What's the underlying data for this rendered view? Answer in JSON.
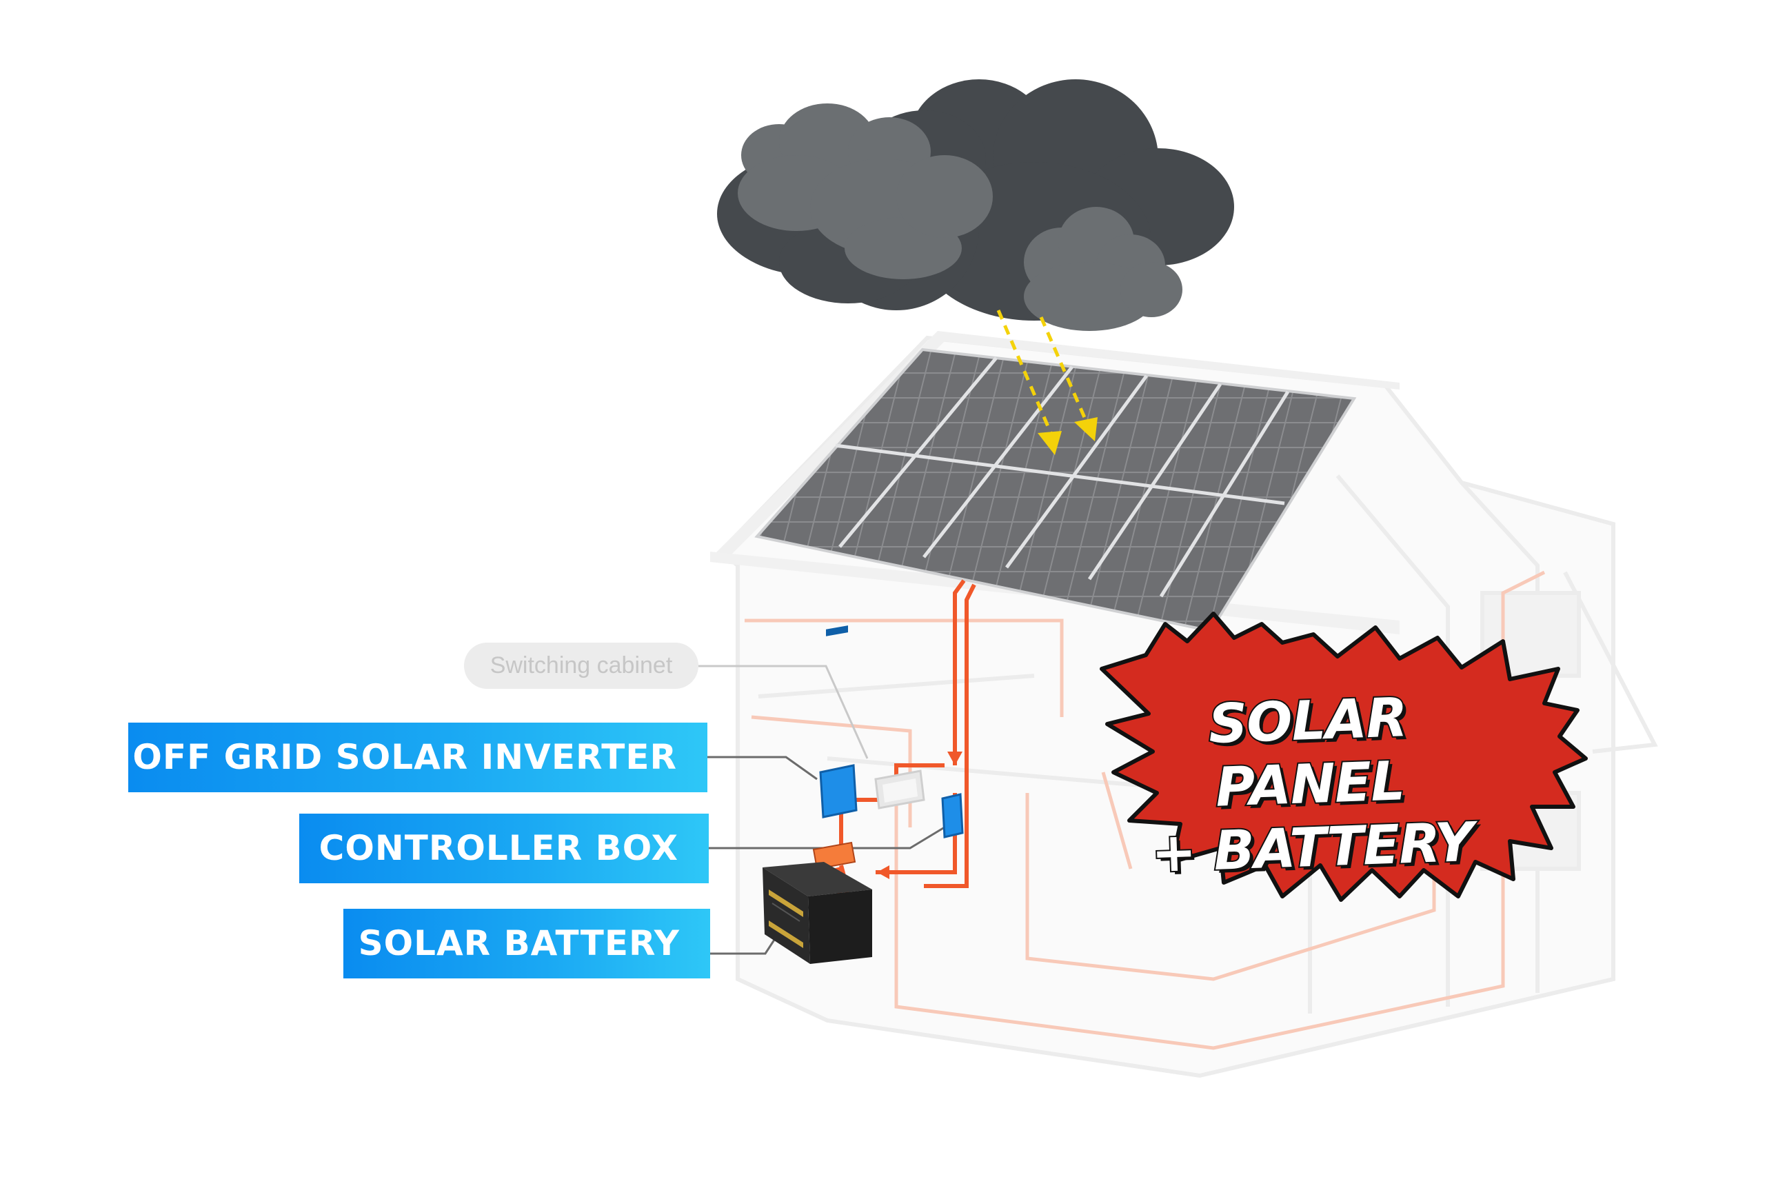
{
  "labels": {
    "switching_cabinet": "Switching cabinet",
    "inverter": "OFF GRID SOLAR INVERTER",
    "controller": "CONTROLLER BOX",
    "battery": "SOLAR BATTERY"
  },
  "burst": {
    "line1": "SOLAR PANEL",
    "line2": "+ BATTERY"
  },
  "colors": {
    "label_blue": "#0a8cf0",
    "wire_orange": "#f0582a",
    "burst_red": "#d42b1f",
    "cloud_dark": "#45494d",
    "cloud_light": "#6c7073",
    "panel_gray": "#6f7073",
    "sun_arrow_yellow": "#f4d20a"
  }
}
